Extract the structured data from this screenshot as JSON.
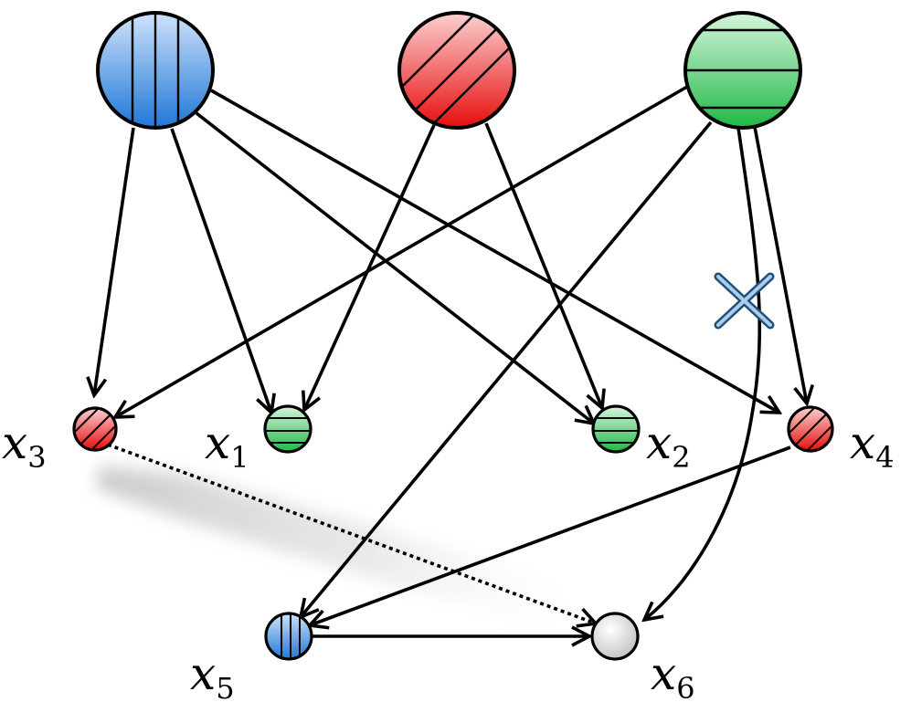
{
  "colors": {
    "blue": "#1f77d6",
    "red": "#e80d0d",
    "green": "#20b845",
    "gray": "#bdbdbd",
    "cross": "#1e4f7a"
  },
  "hidden_nodes": [
    {
      "id": "blue-factor",
      "color": "blue",
      "pattern": "vertical"
    },
    {
      "id": "red-factor",
      "color": "red",
      "pattern": "diagonal"
    },
    {
      "id": "green-factor",
      "color": "green",
      "pattern": "horizontal"
    }
  ],
  "observed_nodes": [
    {
      "id": "x3",
      "var": "x",
      "sub": "3",
      "color": "red",
      "pattern": "diagonal"
    },
    {
      "id": "x1",
      "var": "x",
      "sub": "1",
      "color": "green",
      "pattern": "horizontal"
    },
    {
      "id": "x2",
      "var": "x",
      "sub": "2",
      "color": "green",
      "pattern": "horizontal"
    },
    {
      "id": "x4",
      "var": "x",
      "sub": "4",
      "color": "red",
      "pattern": "diagonal"
    },
    {
      "id": "x5",
      "var": "x",
      "sub": "5",
      "color": "blue",
      "pattern": "vertical"
    },
    {
      "id": "x6",
      "var": "x",
      "sub": "6",
      "color": "gray",
      "pattern": "none"
    }
  ],
  "edges": [
    {
      "from": "blue-factor",
      "to": "x3"
    },
    {
      "from": "blue-factor",
      "to": "x1"
    },
    {
      "from": "blue-factor",
      "to": "x2"
    },
    {
      "from": "blue-factor",
      "to": "x4"
    },
    {
      "from": "red-factor",
      "to": "x1"
    },
    {
      "from": "red-factor",
      "to": "x2"
    },
    {
      "from": "green-factor",
      "to": "x3"
    },
    {
      "from": "green-factor",
      "to": "x5"
    },
    {
      "from": "green-factor",
      "to": "x4"
    },
    {
      "from": "green-factor",
      "to": "x6",
      "blocked": true
    },
    {
      "from": "x4",
      "to": "x5"
    },
    {
      "from": "x5",
      "to": "x6"
    },
    {
      "from": "x3",
      "to": "x6",
      "style": "dotted"
    }
  ]
}
